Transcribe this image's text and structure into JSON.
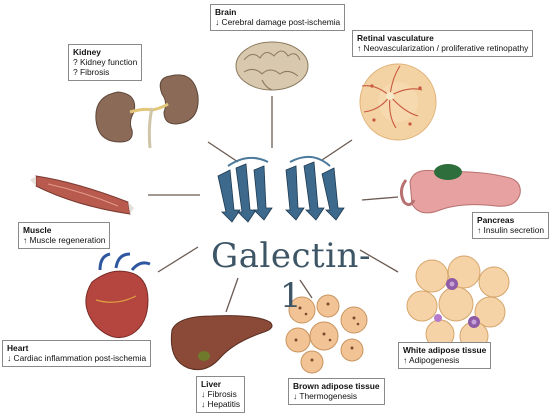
{
  "central": {
    "title": "Galectin-1"
  },
  "organs": {
    "brain": {
      "title": "Brain",
      "lines": [
        "↓ Cerebral damage post-ischemia"
      ]
    },
    "kidney": {
      "title": "Kidney",
      "lines": [
        "? Kidney function",
        "? Fibrosis"
      ]
    },
    "retinal": {
      "title": "Retinal vasculature",
      "lines": [
        "↑ Neovascularization / proliferative retinopathy"
      ]
    },
    "muscle": {
      "title": "Muscle",
      "lines": [
        "↑ Muscle regeneration"
      ]
    },
    "pancreas": {
      "title": "Pancreas",
      "lines": [
        "↑ Insulin secretion"
      ]
    },
    "heart": {
      "title": "Heart",
      "lines": [
        "↓ Cardiac inflammation post-ischemia"
      ]
    },
    "liver": {
      "title": "Liver",
      "lines": [
        "↓ Fibrosis",
        "↓ Hepatitis"
      ]
    },
    "brown": {
      "title": "Brown adipose tissue",
      "lines": [
        "↓ Thermogenesis"
      ]
    },
    "white": {
      "title": "White adipose tissue",
      "lines": [
        "↑ Adipogenesis"
      ]
    }
  },
  "colors": {
    "connector": "#6b5a52",
    "protein": "#3d6a8c",
    "title": "#3e5566"
  }
}
